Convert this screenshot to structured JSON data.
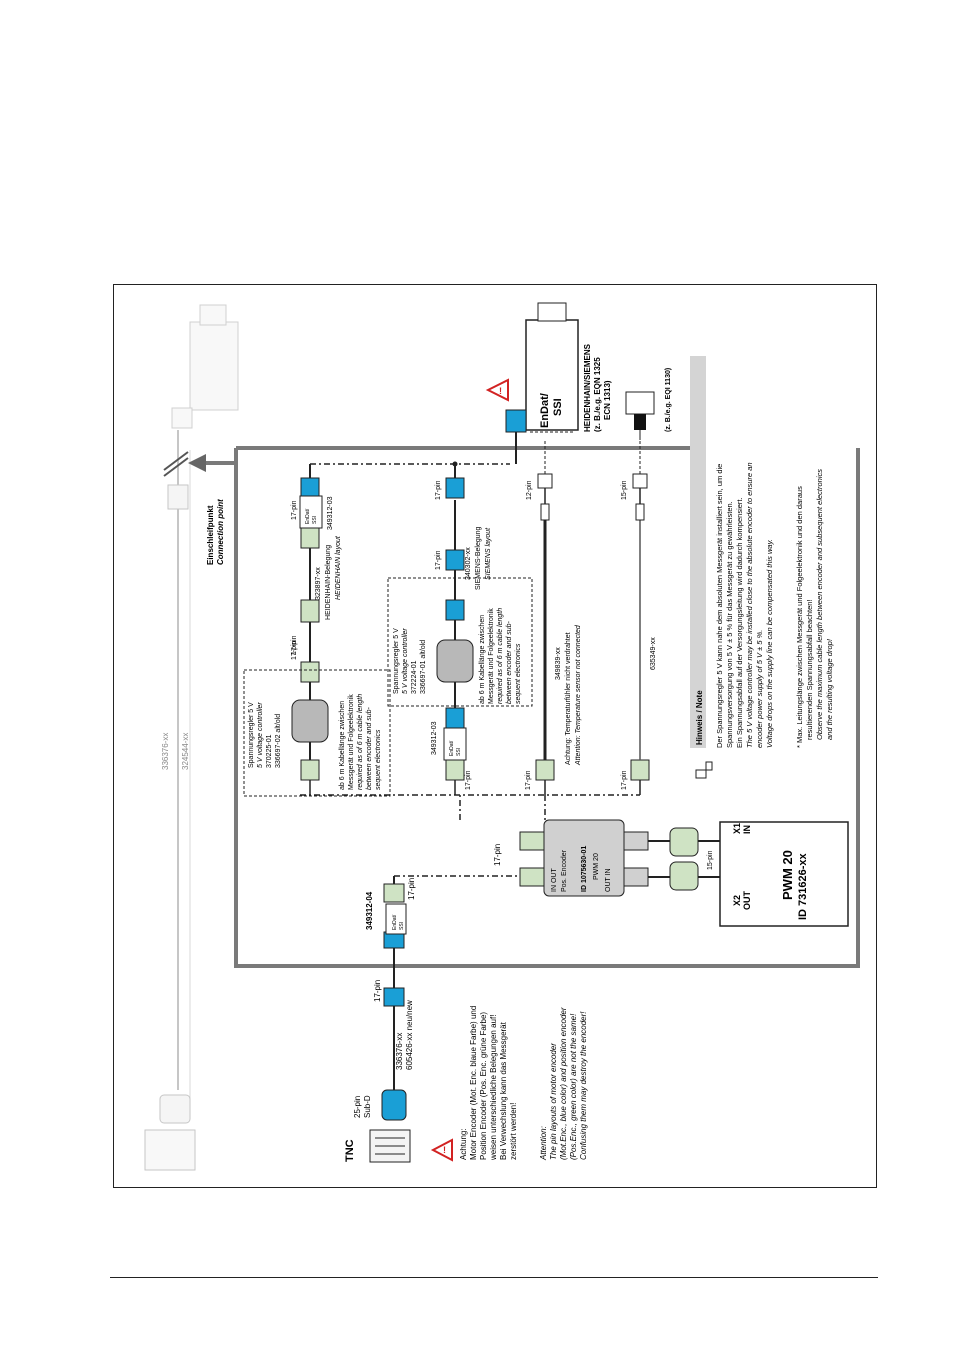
{
  "colors": {
    "cyan": "#1a9fd6",
    "grey_device": "#b8b8b8",
    "light_grey": "#d0d0d0",
    "green_connector": "#cfe3c4",
    "note_header": "#d4d4d4",
    "frame": "#7a7a7a",
    "warning": "#d22222"
  },
  "icons": [
    "warning-icon",
    "hand-pointer-icon",
    "break-symbol-icon",
    "arrow-up-icon"
  ],
  "top": {
    "cable_a": "336376-xx",
    "cable_b": "324544-xx",
    "connection_de": "Einschleifpunkt",
    "connection_en": "Connection point"
  },
  "tnc": {
    "label": "TNC",
    "sub_d_pins": "25-pin",
    "sub_d": "Sub-D",
    "cable_1": "336376-xx",
    "cable_2": "605426-xx neu/new",
    "pins": "17-pin"
  },
  "warning_de": [
    "Achtung:",
    "Motor Encoder (Mot. Enc. blaue Farbe) und",
    "Position Encoder (Pos. Enc. grüne Farbe)",
    "weisen unterschiedliche Belegungen auf!",
    "Bei Verwechslung kann das Messgerät",
    "zerstört werden!"
  ],
  "warning_en": [
    "Attention:",
    "The pin layouts of motor encoder",
    "(Mot.Enc., blue color) and position encoder",
    "(Pos.Enc., green color) are not the same!",
    "Confusing them may destroy the encoder!"
  ],
  "adapter_main": {
    "id": "349312-04",
    "line1": "EnDat/",
    "line2": "SSI",
    "pins": "17-pin"
  },
  "pwm20": {
    "title": "PWM 20",
    "id": "ID 731626-xx",
    "x2": "X2",
    "out": "OUT",
    "x1": "X1",
    "in": "IN",
    "pins": "15-pin"
  },
  "enc_box": {
    "id": "ID 1075630-01",
    "name": "PWM 20",
    "pos_encoder": "Pos. Encoder",
    "in_out_1": "IN        OUT",
    "out_in_2": "OUT        IN",
    "pins": "17-pin"
  },
  "upper_regulator": {
    "lines": [
      "Spannungsregler 5 V",
      "5 V voltage controller",
      "370225-01",
      "336697-02 alt/old"
    ],
    "note": [
      "ab 6 m Kabellänge zwischen",
      "Messgerät und Folgeelektronik",
      "required as of 6 m cable length",
      "between encoder and sub-",
      "sequent electronics"
    ],
    "pins": "17-pin"
  },
  "heidenhain_branch": {
    "cable": "323897-xx",
    "layout_de": "HEIDENHAIN-Belegung",
    "layout_en": "HEIDENHAIN layout",
    "pins_left": "17-pin",
    "pins_right": "17-pin",
    "adapter_id": "349312-03",
    "adapter_line1": "EnDat/",
    "adapter_line2": "SSI"
  },
  "siemens_branch": {
    "regulator_lines": [
      "Spannungsregler 5 V",
      "5 V voltage controller",
      "372224-01",
      "336697-01 alt/old"
    ],
    "note": [
      "ab 6 m Kabellänge zwischen",
      "Messgerät und Folgeelektronik",
      "required as of 6 m cable length",
      "between encoder and sub-",
      "sequent electronics"
    ],
    "cable": "340302-xx",
    "layout_de": "SIEMENS-Belegung",
    "layout_en": "SIEMENS layout",
    "pins": "17-pin",
    "adapter_id": "349312-03",
    "adapter_line1": "EnDat/",
    "adapter_line2": "SSI",
    "pins_left": "17-pin"
  },
  "temp_branch": {
    "cable": "349839-xx",
    "note_de": "Achtung: Temperaturfühler nicht verdrahtet",
    "note_en": "Attention: Temperature sensor not connected",
    "pins_left": "17-pin",
    "pins_right": "12-pin"
  },
  "fifteen_branch": {
    "cable": "635349-xx",
    "pins_left": "17-pin",
    "pins_right": "15-pin"
  },
  "motor": {
    "label_1": "EnDat/",
    "label_2": "SSI",
    "vendor": "HEIDENHAIN/SIEMENS",
    "example_1": "(z. B./e.g. EQN 1325",
    "example_2": "ECN 1313)"
  },
  "eqi": {
    "example": "(z. B./e.g. EQI 1130)"
  },
  "note": {
    "header": "Hinweis / Note",
    "lines": [
      "Der Spannungsregler 5 V kann nahe dem absoluten Messgerät installiert sein, um die",
      "Spannungsversorgung von 5 V ± 5 % für das Messgerät zu gewährleisten.",
      "Ein Spannungsabfall auf der Versorgungsleitung wird dadurch kompensiert.",
      "The 5 V voltage controller may be installed close to the absolute encoder to ensure an",
      "encoder power supply of 5 V ± 5 %.",
      "Voltage drops on the supply line can be compensated this way."
    ],
    "footnote": [
      "* Max. Leitungslänge zwischen Messgerät und Folgeelektronik und den daraus",
      "resultierenden Spannungsabfall beachten!",
      "Observe the maximum cable length between encoder and subsequent electronics",
      "and the resulting voltage drop!"
    ]
  }
}
